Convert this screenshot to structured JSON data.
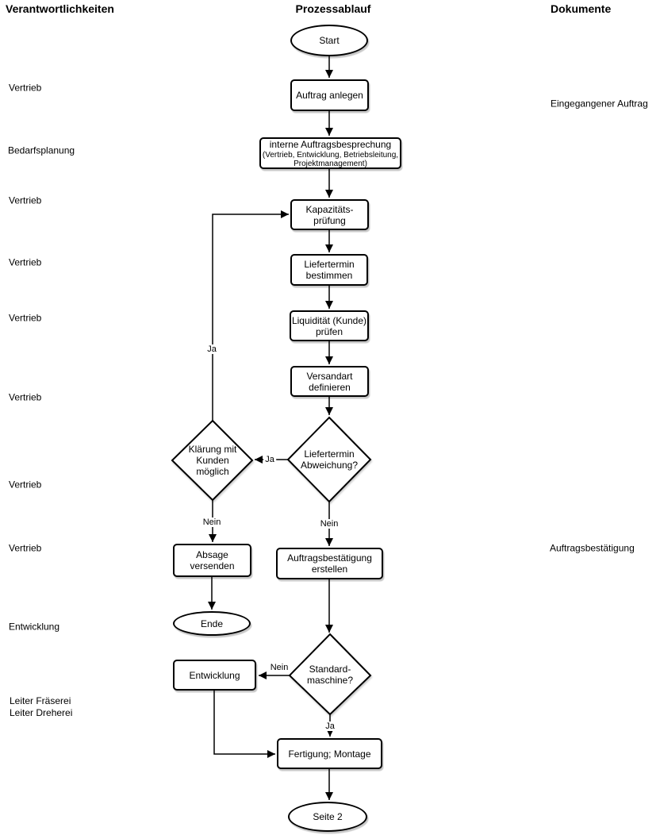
{
  "headers": {
    "responsibilities": "Verantwortlichkeiten",
    "process": "Prozessablauf",
    "documents": "Dokumente"
  },
  "responsibilities": [
    {
      "label": "Vertrieb"
    },
    {
      "label": "Bedarfsplanung"
    },
    {
      "label": "Vertrieb"
    },
    {
      "label": "Vertrieb"
    },
    {
      "label": "Vertrieb"
    },
    {
      "label": "Vertrieb"
    },
    {
      "label": "Vertrieb"
    },
    {
      "label": "Vertrieb"
    },
    {
      "label": "Entwicklung"
    },
    {
      "label": "Leiter Fräserei\nLeiter Dreherei"
    }
  ],
  "documents": [
    {
      "label": "Eingegangener Auftrag"
    },
    {
      "label": "Auftragsbestätigung"
    }
  ],
  "nodes": {
    "start": "Start",
    "auftrag_anlegen": "Auftrag anlegen",
    "besprechung_title": "interne Auftragsbesprechung",
    "besprechung_participants": "(Vertrieb, Entwicklung, Betriebsleitung,\nProjektmanagement)",
    "kapazitaetspruefung": "Kapazitäts-\nprüfung",
    "liefertermin_bestimmen": "Liefertermin\nbestimmen",
    "liquiditaet_pruefen": "Liquidität (Kunde)\nprüfen",
    "versandart_definieren": "Versandart\ndefinieren",
    "liefertermin_abweichung": "Liefertermin\nAbweichung?",
    "klaerung_mit_kunden": "Klärung mit\nKunden\nmöglich",
    "absage_versenden": "Absage\nversenden",
    "auftragsbestaetigung_erstellen": "Auftragsbestätigung\nerstellen",
    "ende": "Ende",
    "standardmaschine": "Standard-\nmaschine?",
    "entwicklung": "Entwicklung",
    "fertigung_montage": "Fertigung; Montage",
    "seite2": "Seite 2"
  },
  "edge_labels": {
    "kapazitaet_loop_ja": "Ja",
    "abweichung_ja": "Ja",
    "klaerung_nein": "Nein",
    "abweichung_nein": "Nein",
    "standardmaschine_nein": "Nein",
    "standardmaschine_ja": "Ja"
  },
  "colors": {
    "stroke": "#000000",
    "fill": "#ffffff",
    "shadow": "#bbbbbb"
  }
}
